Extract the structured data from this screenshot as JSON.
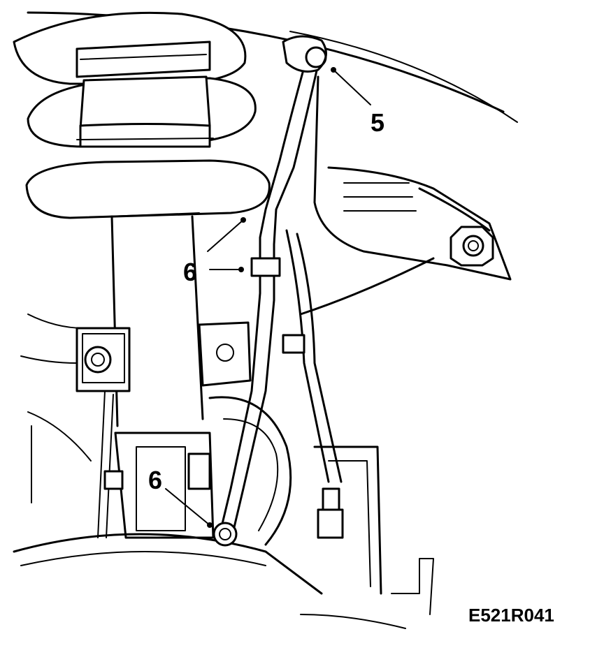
{
  "callouts": [
    {
      "id": "callout-5",
      "label": "5"
    },
    {
      "id": "callout-6-upper",
      "label": "6"
    },
    {
      "id": "callout-6-lower",
      "label": "6"
    }
  ],
  "figure_code": "E521R041"
}
